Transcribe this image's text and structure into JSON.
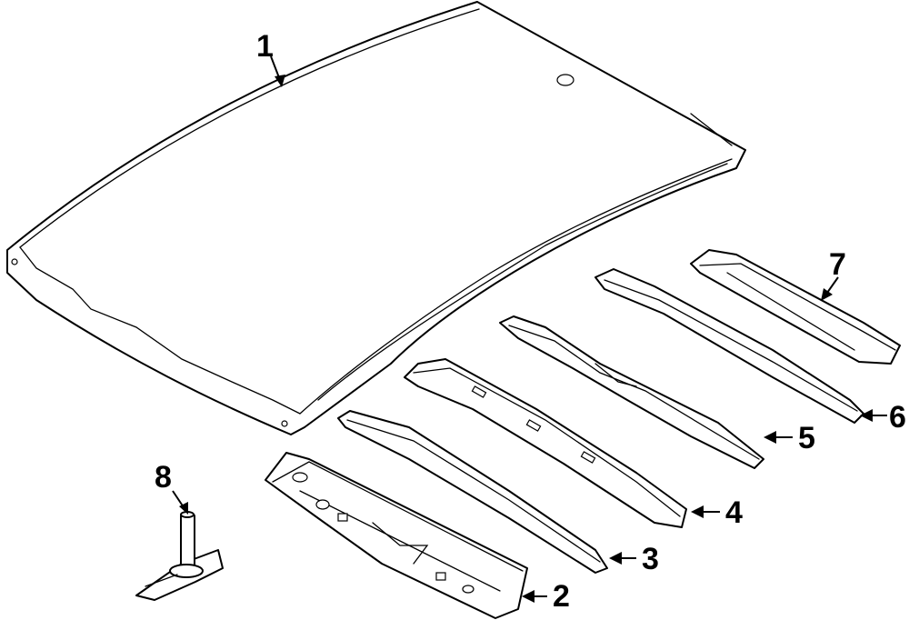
{
  "diagram": {
    "callouts": [
      "1",
      "2",
      "3",
      "4",
      "5",
      "6",
      "7",
      "8"
    ]
  },
  "colors": {
    "line": "#000000",
    "background": "#ffffff"
  }
}
